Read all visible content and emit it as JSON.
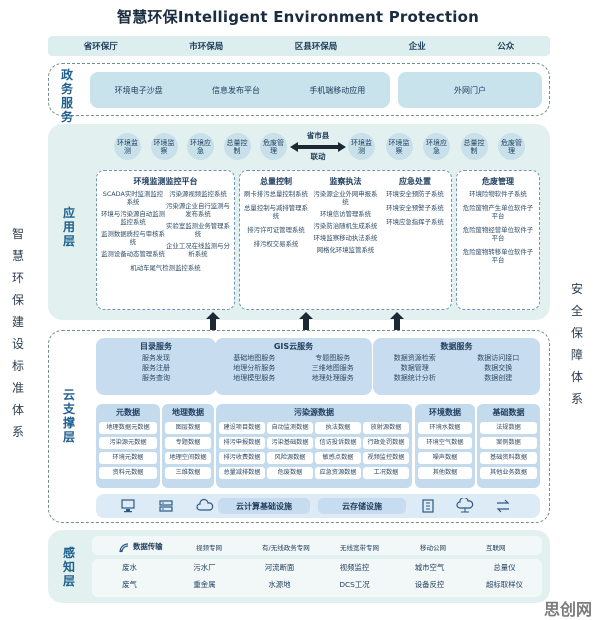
{
  "title": "智慧环保Intelligent Environment Protection",
  "stakeholders": [
    "省环保厅",
    "市环保局",
    "区县环保局",
    "企业",
    "公众"
  ],
  "left_side": "智慧环保建设标准体系",
  "right_side": "安全保障体系",
  "gov": {
    "name": "政务服务层",
    "items": [
      "环境电子沙盘",
      "信息发布平台",
      "手机端移动应用"
    ],
    "portal": "外网门户"
  },
  "app": {
    "name": "应用层",
    "circles_left": [
      "环境监测",
      "环境监察",
      "环境应急",
      "总量控制",
      "危废管理"
    ],
    "center_top": "省市县",
    "center_bottom": "联动",
    "circles_right": [
      "环境监测",
      "环境监察",
      "环境应急",
      "总量控制",
      "危废管理"
    ],
    "monitor": {
      "title": "环境监测监控平台",
      "left": [
        "SCADA实时监测监控系统",
        "环境与污染源自动监测监控系统",
        "监测数据质控与审核系统",
        "监测设备动态管理系统"
      ],
      "right": [
        "污染源视频监控系统",
        "污染源企业自行监测与发布系统",
        "实验室监测业务管理系统",
        "企业工况在线监测与分析系统"
      ],
      "bottom": "机动车尾气检测监控系统"
    },
    "total": {
      "title": "总量控制",
      "items": [
        "刷卡排污总量控制系统",
        "总量控制与减排管理系统",
        "排污许可证管理系统",
        "排污权交易系统"
      ]
    },
    "inspect": {
      "title": "监察执法",
      "items": [
        "污染源企业外网申报系统",
        "环境信访管理系统",
        "污染防治随机生成系统",
        "环境监察移动执法系统",
        "网格化环境监管系统"
      ]
    },
    "emergency": {
      "title": "应急处置",
      "items": [
        "环境安全预防子系统",
        "环境安全预警子系统",
        "环境应急指挥子系统"
      ]
    },
    "hazard": {
      "title": "危废管理",
      "items": [
        "环境险物软件子系统",
        "危险废物产生单位软件子平台",
        "危险废物经营单位软件子平台",
        "危险废物转移单位软件子平台"
      ]
    }
  },
  "cloud": {
    "name": "云支撑层",
    "catalog": {
      "title": "目录服务",
      "items": [
        "服务发现",
        "服务注册",
        "服务查询"
      ]
    },
    "gis": {
      "title": "GIS云服务",
      "items": [
        "基础地图服务",
        "专题图服务",
        "地理分析服务",
        "三维地图服务",
        "地理模型服务",
        "地理处理服务"
      ]
    },
    "data": {
      "title": "数据服务",
      "items": [
        "数据资源检索",
        "数据访问接口",
        "数据管理",
        "数据交换",
        "数据统计分析",
        "数据创建"
      ]
    },
    "meta": {
      "title": "元数据",
      "items": [
        "地理数据元数据",
        "污染源元数据",
        "环境元数据",
        "资料元数据"
      ]
    },
    "geo": {
      "title": "地理数据",
      "items": [
        "图层数据",
        "专题数据",
        "地理空间数据",
        "三维数据"
      ]
    },
    "pollution": {
      "title": "污染源数据",
      "items": [
        "建设项目数据",
        "自动监测数据",
        "执法数据",
        "放射源数据",
        "排污申报数据",
        "污染基础数据",
        "信访投诉数据",
        "行政处罚数据",
        "排污收费数据",
        "风险源数据",
        "敏感点数据",
        "视频监控数据",
        "总量减排数据",
        "危废数据",
        "应急资源数据",
        "工况数据"
      ]
    },
    "env": {
      "title": "环境数据",
      "items": [
        "环境水数据",
        "环境空气数据",
        "噪声数据",
        "其他数据"
      ]
    },
    "basic": {
      "title": "基础数据",
      "items": [
        "法规数据",
        "案例数据",
        "基础资料数据",
        "其他业务数据"
      ]
    },
    "infra": [
      "云计算基础设施",
      "云存储设施"
    ]
  },
  "perception": {
    "name": "感知层",
    "row1": [
      "数据传输",
      "视频专网",
      "有/无线政务专网",
      "无线宽带专网",
      "移动公网",
      "互联网"
    ],
    "row2": [
      "废水",
      "污水厂",
      "河流断面",
      "视频监控",
      "城市空气",
      "总量仪"
    ],
    "row3": [
      "废气",
      "重金属",
      "水源地",
      "DCS工况",
      "设备反控",
      "超标取样仪"
    ]
  },
  "watermark": "思创网"
}
